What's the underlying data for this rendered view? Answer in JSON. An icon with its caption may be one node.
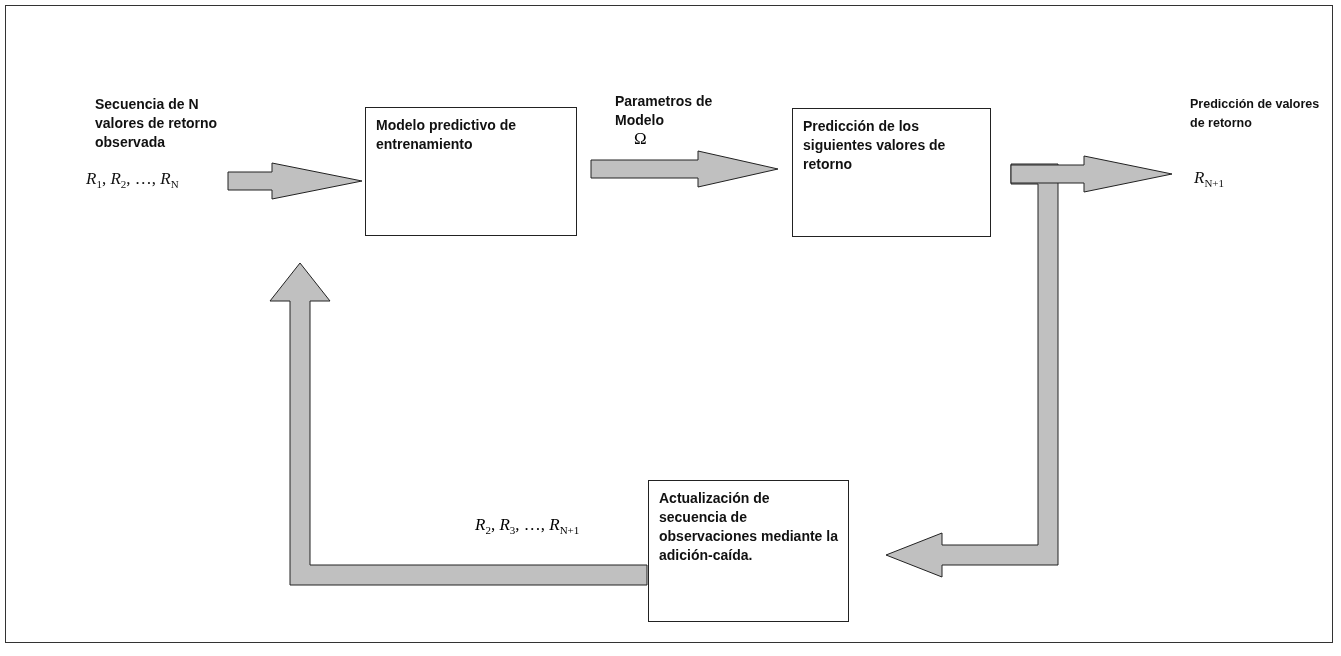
{
  "diagram": {
    "nodes": [
      {
        "text": [
          "*R*$_{1}$, *R*$_{2}$, …, *R*$_{N}$"
        ]
      },
      {
        "text": [
          "Modelo predictivo de entrenamiento"
        ]
      },
      {
        "text": [
          "Predicción de los siguientes valores de retorno"
        ]
      },
      {
        "text": [
          "*R*$_{N+1}$"
        ]
      },
      {
        "text": [
          "Actualización de secuencia de observaciones mediante la adición-caída."
        ]
      }
    ],
    "edges": [
      {
        "from": 0,
        "to": 1,
        "arrow": "to"
      },
      {
        "from": 1,
        "to": 2,
        "arrow": "to",
        "label": "Ω"
      },
      {
        "from": 2,
        "to": 3,
        "arrow": "to"
      },
      {
        "from": 2,
        "to": 4,
        "arrow": "to"
      },
      {
        "from": 4,
        "to": 1,
        "arrow": "to"
      }
    ],
    "labels": [
      "Secuencia de N valores de retorno observada",
      "Parametros de Modelo",
      "Predicción de valores de retorno",
      "*R*$_{2}$, *R*$_{3}$, …, *R*$_{N+1}$"
    ]
  }
}
